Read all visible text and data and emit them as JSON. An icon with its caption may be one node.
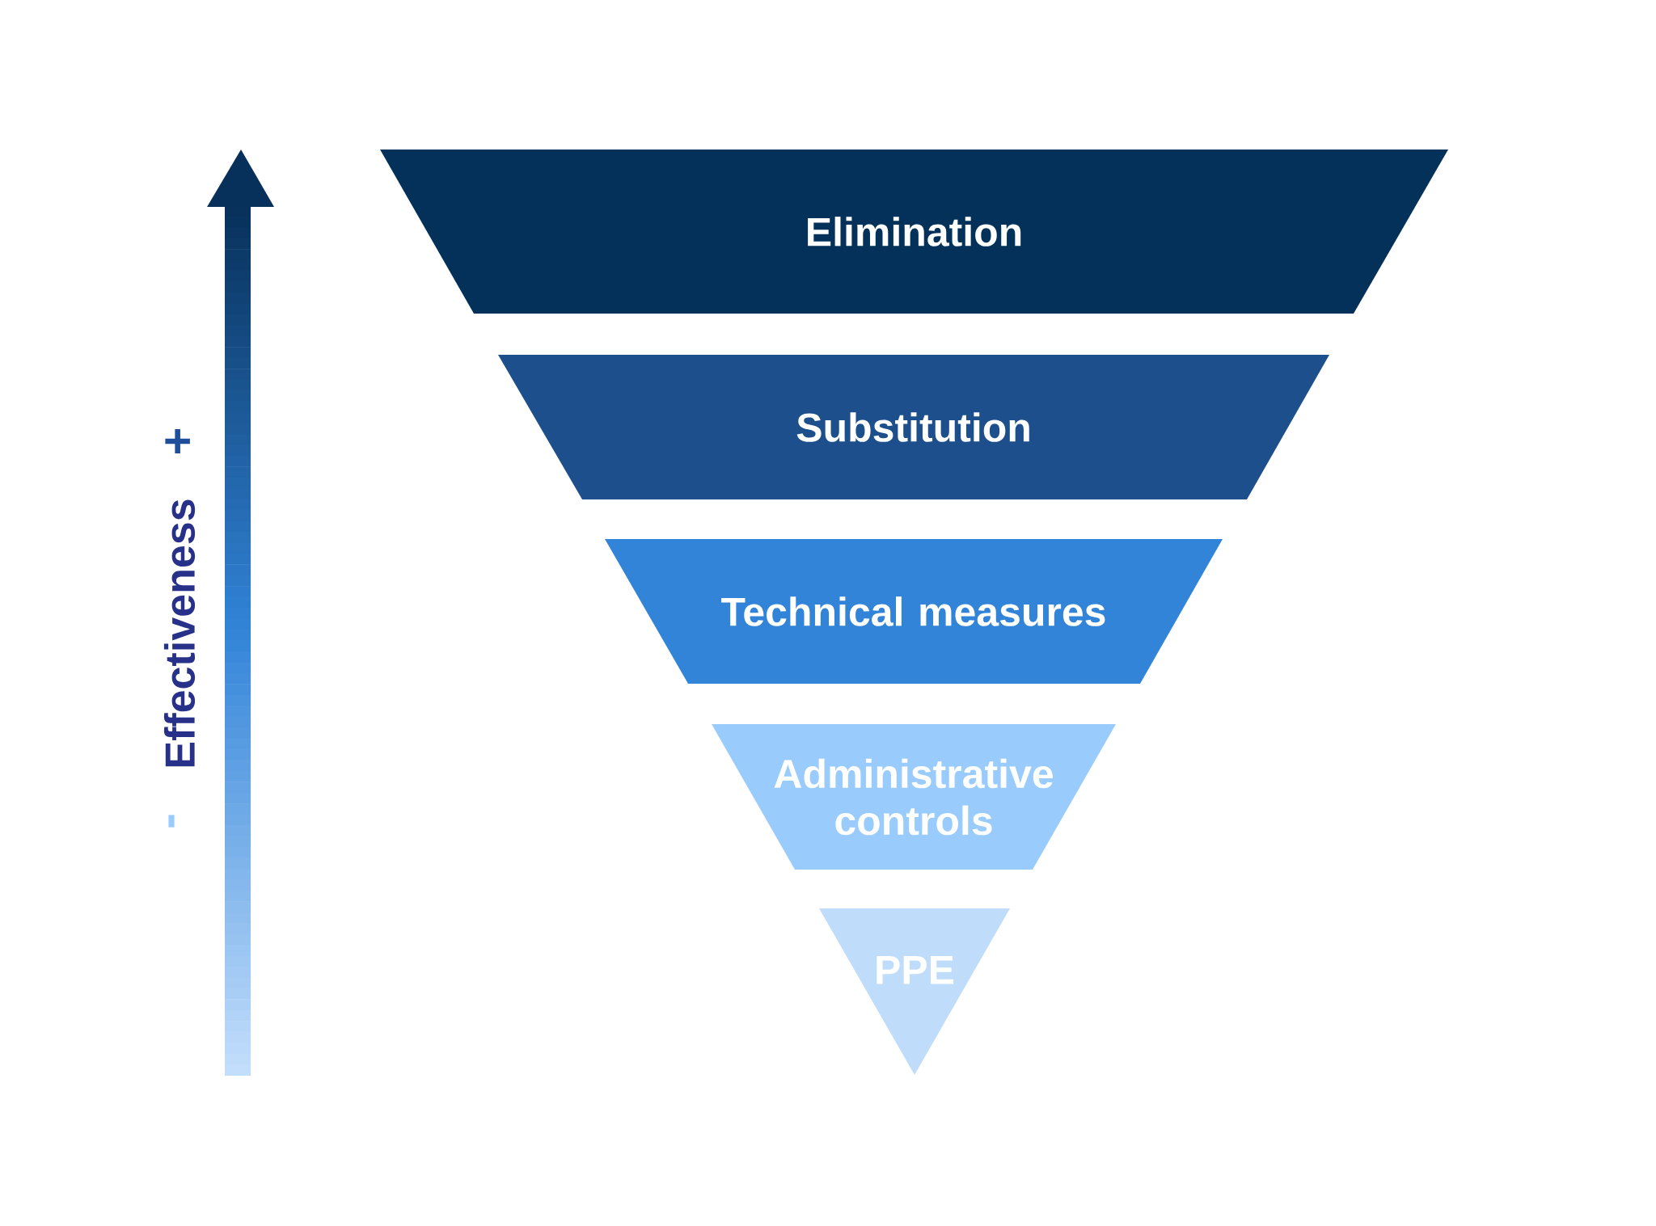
{
  "diagram": {
    "nodes": [
      {
        "text": [
          "Elimination"
        ]
      },
      {
        "text": [
          "Substitution"
        ]
      },
      {
        "text": [
          "Technical measures"
        ]
      },
      {
        "text": [
          "Administrative controls"
        ]
      },
      {
        "text": [
          "PPE"
        ]
      }
    ],
    "labels": [
      "+",
      "Effectiveness",
      "-"
    ]
  }
}
